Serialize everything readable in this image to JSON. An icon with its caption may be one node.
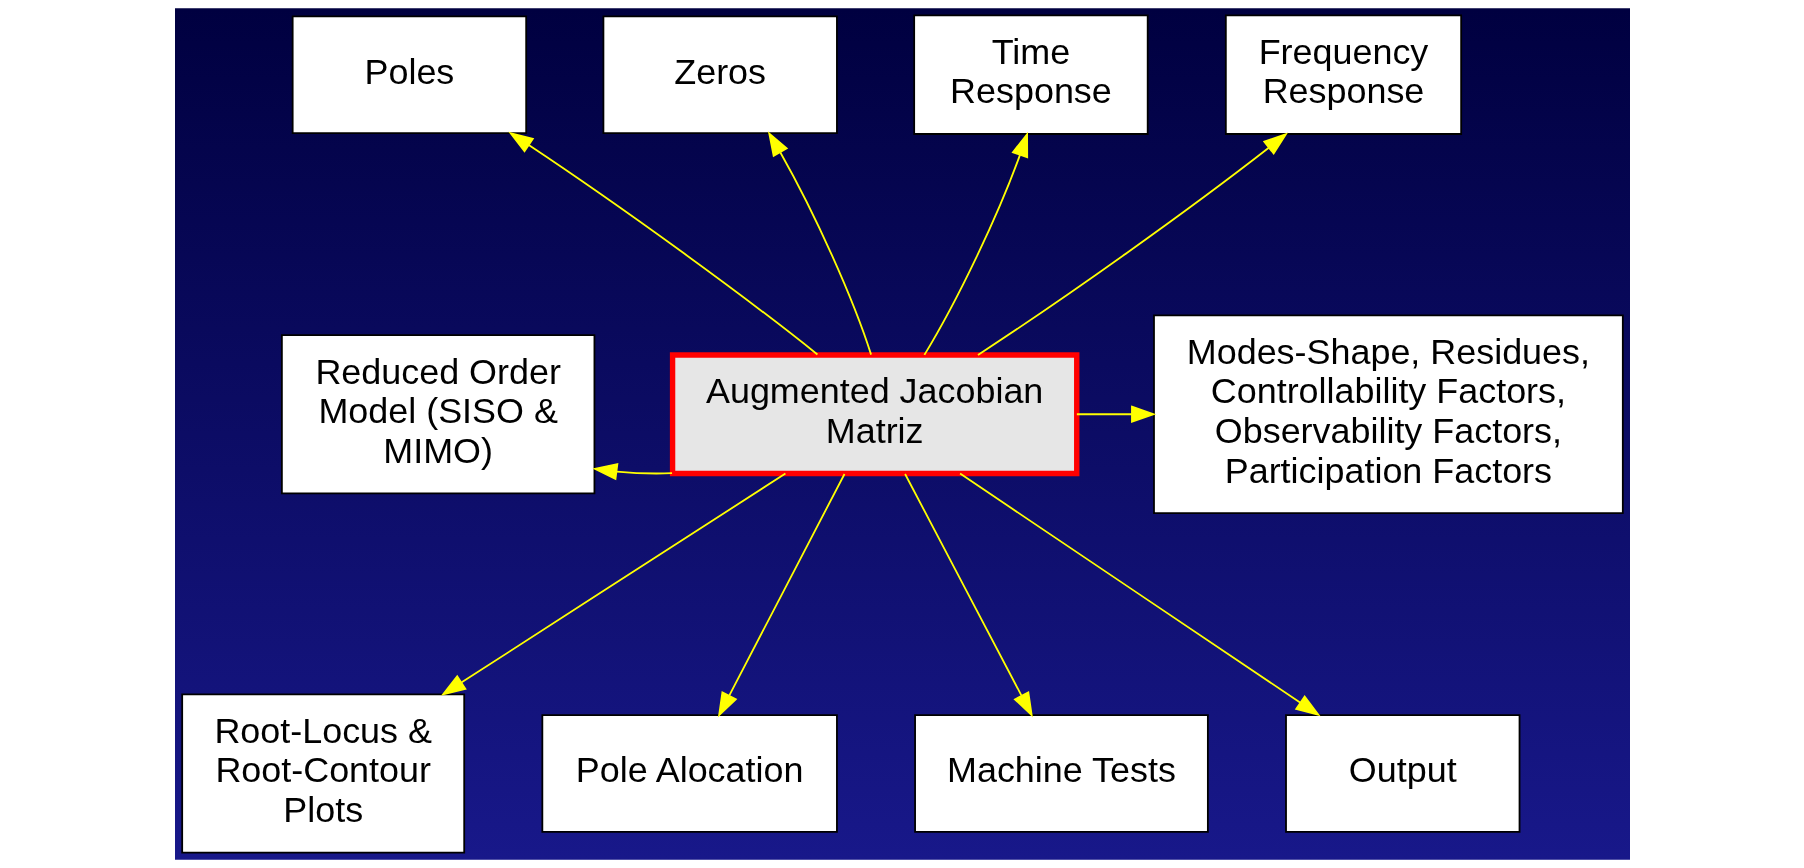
{
  "diagram": {
    "nodes": [
      {
        "text": [
          "Poles"
        ]
      },
      {
        "text": [
          "Zeros"
        ]
      },
      {
        "text": [
          "Time Response"
        ]
      },
      {
        "text": [
          "Frequency Response"
        ]
      },
      {
        "text": [
          "Reduced Order Model (SISO & MIMO)"
        ]
      },
      {
        "text": [
          "Augmented Jacobian Matriz"
        ]
      },
      {
        "text": [
          "Modes-Shape, Residues, Controllability Factors, Observability Factors, Participation Factors"
        ]
      },
      {
        "text": [
          "Root-Locus & Root-Contour Plots"
        ]
      },
      {
        "text": [
          "Pole Alocation"
        ]
      },
      {
        "text": [
          "Machine Tests"
        ]
      },
      {
        "text": [
          "Output"
        ]
      }
    ],
    "edges": [
      {
        "from": 5,
        "to": 0,
        "arrow": "to"
      },
      {
        "from": 5,
        "to": 1,
        "arrow": "to"
      },
      {
        "from": 5,
        "to": 2,
        "arrow": "to"
      },
      {
        "from": 5,
        "to": 3,
        "arrow": "to"
      },
      {
        "from": 5,
        "to": 4,
        "arrow": "to"
      },
      {
        "from": 5,
        "to": 6,
        "arrow": "to"
      },
      {
        "from": 5,
        "to": 7,
        "arrow": "to"
      },
      {
        "from": 5,
        "to": 8,
        "arrow": "to"
      },
      {
        "from": 5,
        "to": 9,
        "arrow": "to"
      },
      {
        "from": 5,
        "to": 10,
        "arrow": "to"
      }
    ]
  }
}
